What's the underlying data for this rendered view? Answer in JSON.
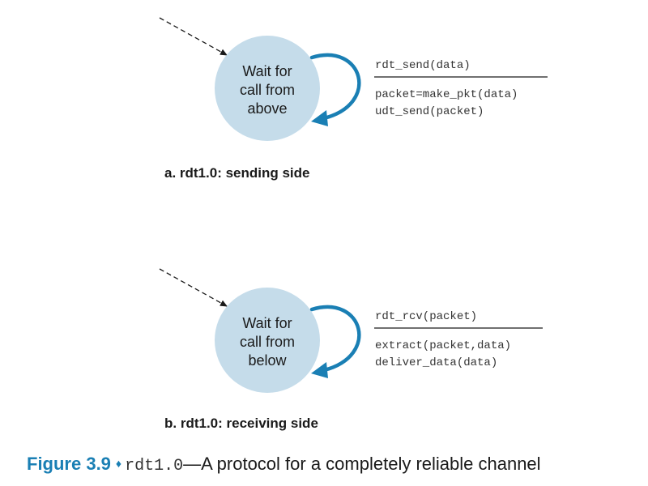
{
  "diagram_a": {
    "state_lines": [
      "Wait for",
      "call from",
      "above"
    ],
    "event": "rdt_send(data)",
    "actions": [
      "packet=make_pkt(data)",
      "udt_send(packet)"
    ],
    "caption": "a.  rdt1.0: sending side"
  },
  "diagram_b": {
    "state_lines": [
      "Wait for",
      "call from",
      "below"
    ],
    "event": "rdt_rcv(packet)",
    "actions": [
      "extract(packet,data)",
      "deliver_data(data)"
    ],
    "caption": "b.  rdt1.0: receiving side"
  },
  "figure": {
    "label": "Figure 3.9",
    "separator": "♦",
    "code": "rdt1.0",
    "description": "—A protocol for a completely reliable channel"
  },
  "colors": {
    "state_fill": "#c5dcea",
    "loop_arrow": "#1a7fb4",
    "accent": "#1a7fb4"
  }
}
